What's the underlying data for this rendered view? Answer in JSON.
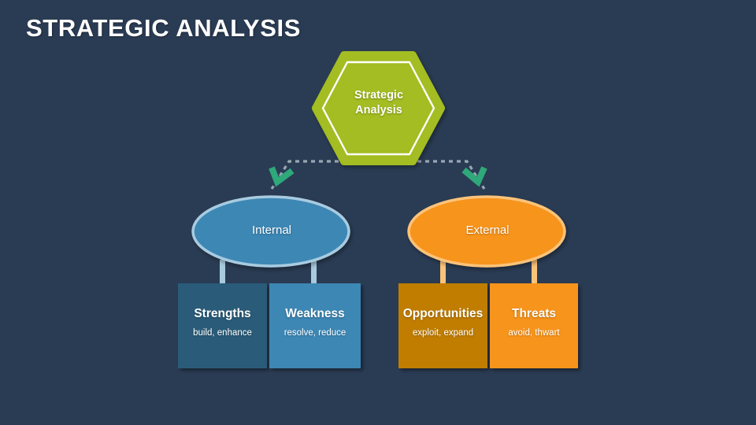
{
  "slide": {
    "title": "STRATEGIC ANALYSIS",
    "background_color": "#2a3c54"
  },
  "center_node": {
    "label_line1": "Strategic",
    "label_line2": "Analysis",
    "shape": "hexagon",
    "fill_color": "#a3bd22",
    "outline_color": "#ffffff"
  },
  "connectors": {
    "style": "dotted",
    "line_color": "#9aa7b4",
    "arrowhead_color": "#2fa87a"
  },
  "branches": [
    {
      "label": "Internal",
      "shape": "ellipse",
      "fill_color": "#3d87b5",
      "stroke_color": "#a8cbdf",
      "stem_color": "#a8cbdf"
    },
    {
      "label": "External",
      "shape": "ellipse",
      "fill_color": "#f7941d",
      "stroke_color": "#fbc37a",
      "stem_color": "#fbc37a"
    }
  ],
  "cards": [
    {
      "title": "Strengths",
      "subtitle": "build, enhance",
      "fill_color": "#2c5c79",
      "branch": "Internal"
    },
    {
      "title": "Weakness",
      "subtitle": "resolve, reduce",
      "fill_color": "#3d87b5",
      "branch": "Internal"
    },
    {
      "title": "Opportunities",
      "subtitle": "exploit, expand",
      "fill_color": "#c07d06",
      "branch": "External"
    },
    {
      "title": "Threats",
      "subtitle": "avoid, thwart",
      "fill_color": "#f7941d",
      "branch": "External"
    }
  ]
}
